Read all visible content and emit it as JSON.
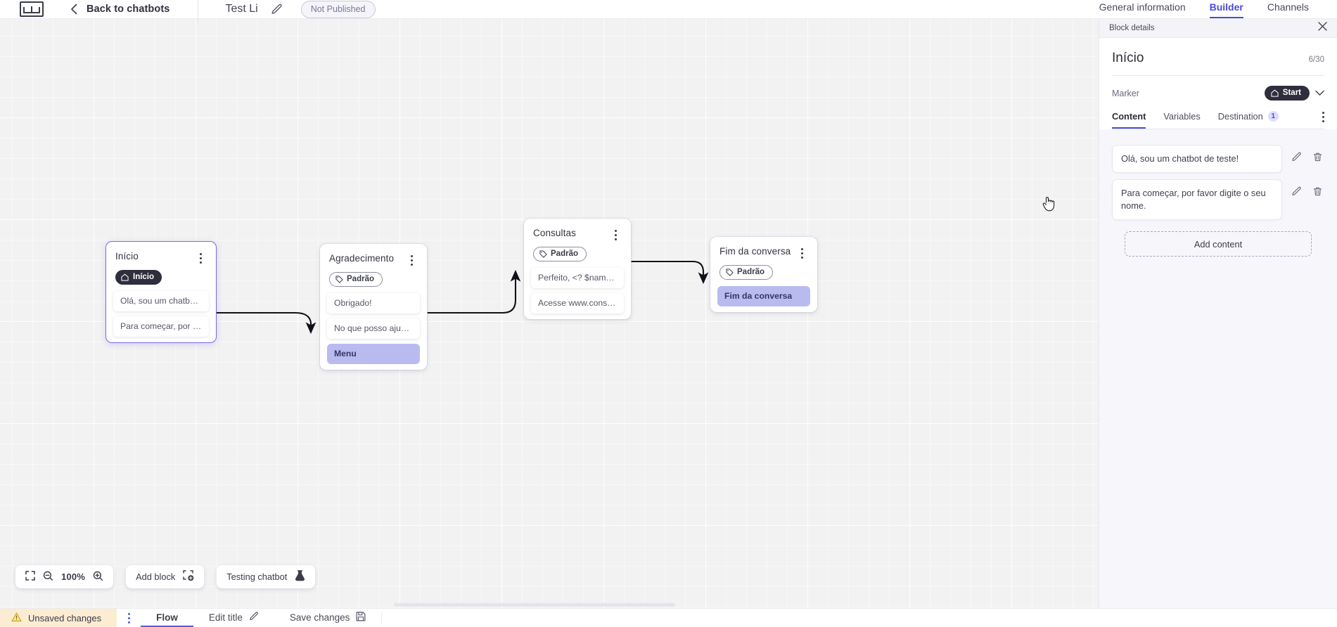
{
  "topbar": {
    "logo_icon": "chatbot-logo-icon",
    "back_icon": "chevron-left-icon",
    "back_label": "Back to chatbots",
    "bot_title": "Test Li",
    "edit_title_icon": "pencil-icon",
    "publish_status": "Not Published",
    "nav": [
      {
        "label": "General information",
        "active": false
      },
      {
        "label": "Builder",
        "active": true
      },
      {
        "label": "Channels",
        "active": false
      }
    ]
  },
  "canvas": {
    "nodes": [
      {
        "id": "inicio",
        "title": "Início",
        "badge_type": "start",
        "badge_label": "Início",
        "badge_icon": "home-icon",
        "selected": true,
        "menu_icon": "vertical-dots-icon",
        "rows": [
          {
            "text": "Olá, sou um chatbot de teste!",
            "highlight": false
          },
          {
            "text": "Para começar, por favor digite o ...",
            "highlight": false
          }
        ]
      },
      {
        "id": "agradecimento",
        "title": "Agradecimento",
        "badge_type": "tag",
        "badge_label": "Padrão",
        "badge_icon": "tag-icon",
        "selected": false,
        "menu_icon": "vertical-dots-icon",
        "rows": [
          {
            "text": "Obrigado!",
            "highlight": false
          },
          {
            "text": "No que posso ajudar, <? $name ...",
            "highlight": false
          },
          {
            "text": "Menu",
            "highlight": true
          }
        ]
      },
      {
        "id": "consultas",
        "title": "Consultas",
        "badge_type": "tag",
        "badge_label": "Padrão",
        "badge_icon": "tag-icon",
        "selected": false,
        "menu_icon": "vertical-dots-icon",
        "rows": [
          {
            "text": "Perfeito, <? $name ?>!",
            "highlight": false
          },
          {
            "text": "Acesse www.consultas.com par...",
            "highlight": false
          }
        ]
      },
      {
        "id": "fim",
        "title": "Fim da conversa",
        "badge_type": "tag",
        "badge_label": "Padrão",
        "badge_icon": "tag-icon",
        "selected": false,
        "menu_icon": "vertical-dots-icon",
        "rows": [
          {
            "text": "Fim da conversa",
            "highlight": true
          }
        ]
      }
    ],
    "toolbar": {
      "fit_icon": "fit-screen-icon",
      "zoom_out_icon": "zoom-out-icon",
      "zoom_level": "100%",
      "zoom_in_icon": "zoom-in-icon",
      "add_block_label": "Add block",
      "add_block_icon": "add-block-icon",
      "testing_label": "Testing chatbot",
      "testing_icon": "flask-icon"
    }
  },
  "statusbar": {
    "warning_icon": "warning-triangle-icon",
    "unsaved_label": "Unsaved changes",
    "more_icon": "vertical-dots-icon",
    "tabs": [
      {
        "label": "Flow",
        "active": true,
        "icon": ""
      },
      {
        "label": "Edit title",
        "active": false,
        "icon": "pencil-icon"
      },
      {
        "label": "Save changes",
        "active": false,
        "icon": "save-disk-icon"
      }
    ]
  },
  "panel": {
    "strip_label": "Block details",
    "close_icon": "close-icon",
    "title": "Início",
    "counter": "6/30",
    "marker_label": "Marker",
    "marker_value": "Start",
    "marker_icon": "home-icon",
    "marker_caret_icon": "chevron-down-icon",
    "tabs": [
      {
        "label": "Content",
        "active": true,
        "badge": ""
      },
      {
        "label": "Variables",
        "active": false,
        "badge": ""
      },
      {
        "label": "Destination",
        "active": false,
        "badge": "1"
      }
    ],
    "tab_more_icon": "vertical-dots-icon",
    "contents": [
      {
        "text": "Olá, sou um chatbot de teste!",
        "edit_icon": "pencil-icon",
        "delete_icon": "trash-icon"
      },
      {
        "text": "Para começar, por favor digite o seu nome.",
        "edit_icon": "pencil-icon",
        "delete_icon": "trash-icon"
      }
    ],
    "add_content_label": "Add content"
  },
  "colors": {
    "accent": "#4a4ae0",
    "dark_badge": "#2e2e3d",
    "highlight_row": "#b9bbf0",
    "canvas_bg": "#f2f2f3",
    "warning_bg": "#fbecd2"
  }
}
